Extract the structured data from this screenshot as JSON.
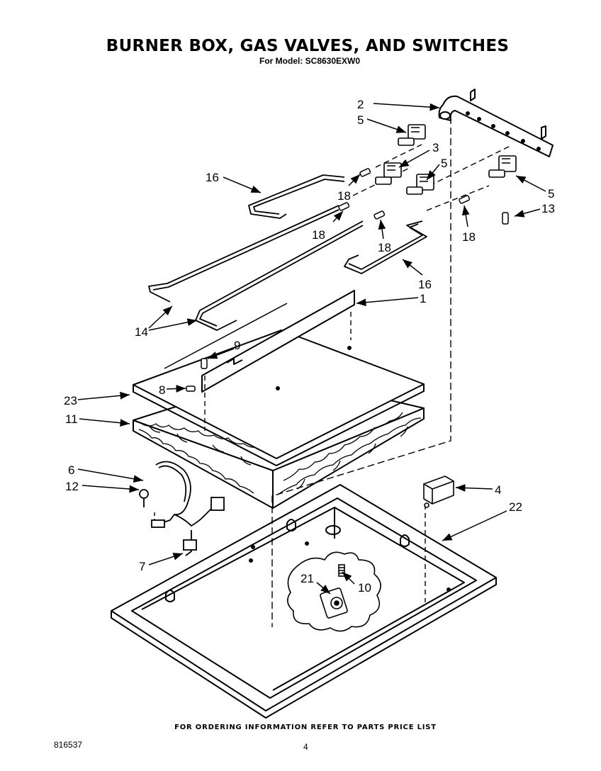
{
  "title": "BURNER BOX, GAS VALVES, AND SWITCHES",
  "subtitle": "For Model: SC8630EXW0",
  "footer_note": "FOR ORDERING INFORMATION REFER TO PARTS PRICE LIST",
  "doc_number": "816537",
  "page_number": "4",
  "callouts": {
    "c1": "1",
    "c2": "2",
    "c3": "3",
    "c4": "4",
    "c5": "5",
    "c6": "6",
    "c7": "7",
    "c8": "8",
    "c9": "9",
    "c10": "10",
    "c11": "11",
    "c12": "12",
    "c13": "13",
    "c14": "14",
    "c16": "16",
    "c18": "18",
    "c21": "21",
    "c22": "22",
    "c23": "23"
  }
}
